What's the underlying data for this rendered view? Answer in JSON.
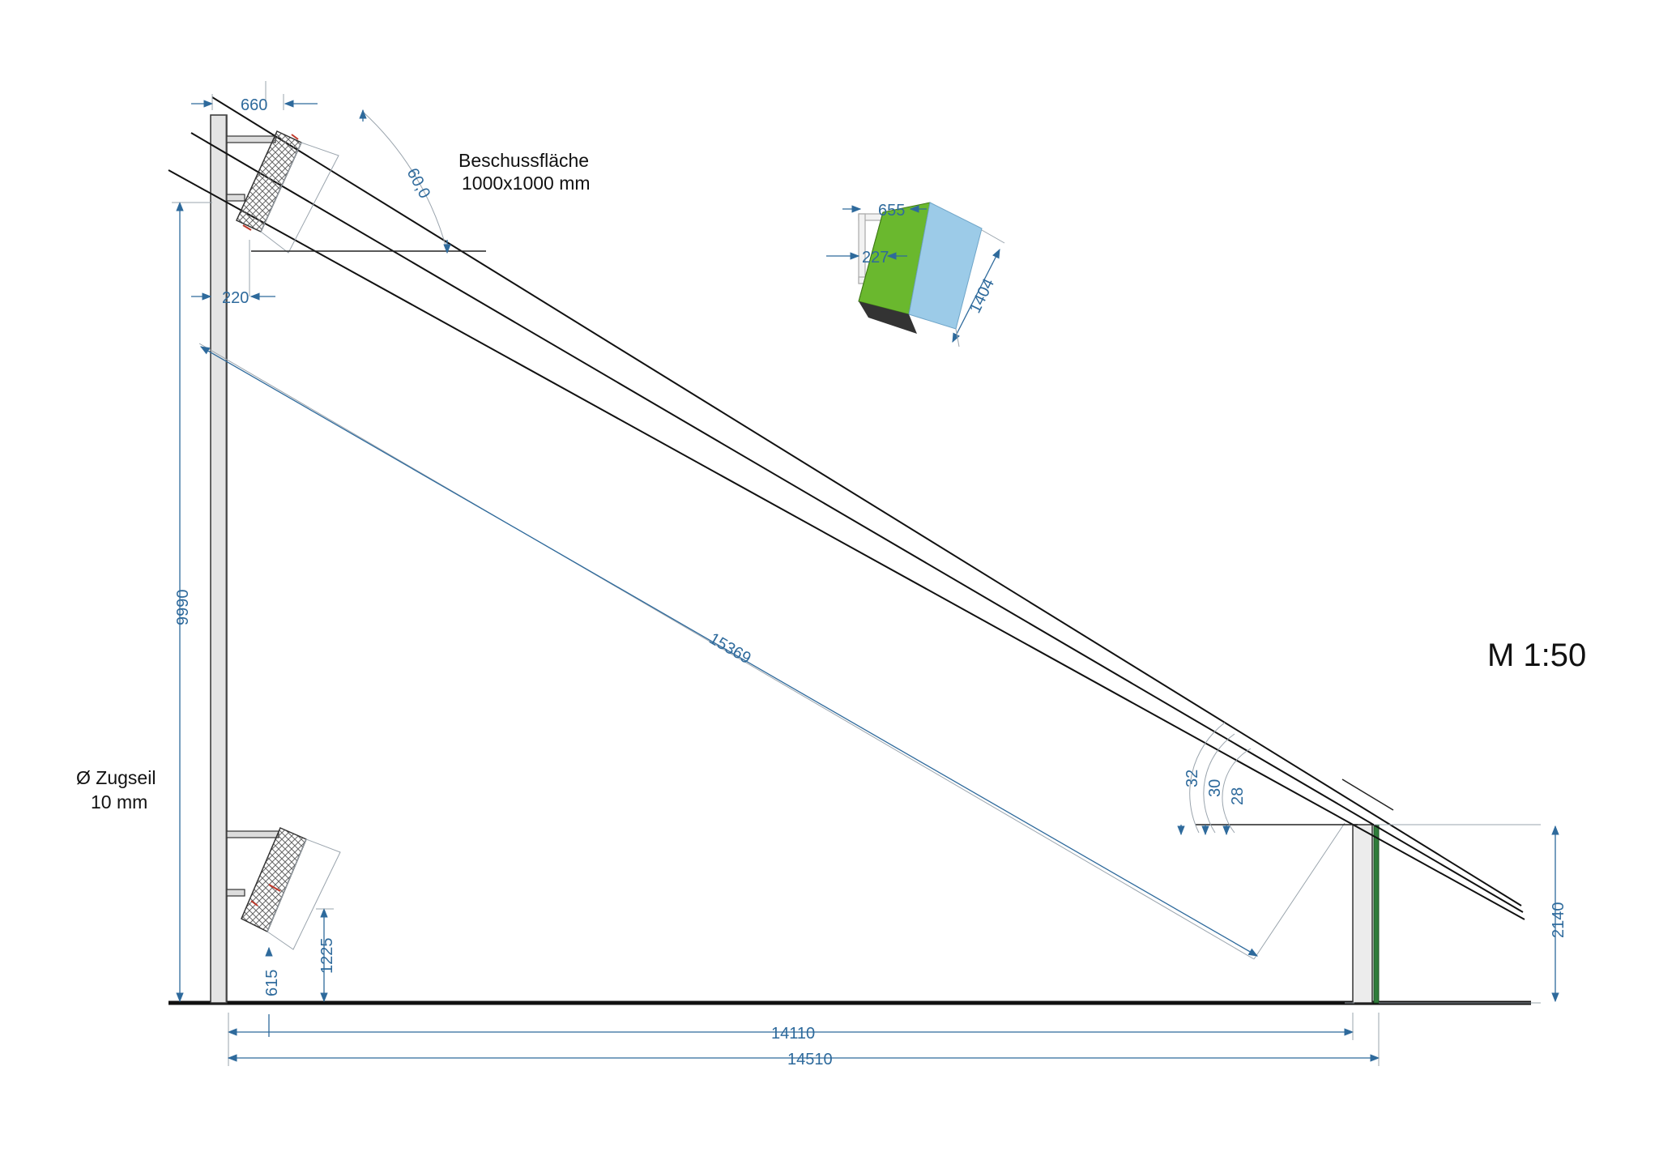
{
  "drawing": {
    "scale_label": "M 1:50",
    "target_label_line1": "Beschussfläche",
    "target_label_line2": "1000x1000 mm",
    "rope_label_line1": "Ø Zugseil",
    "rope_label_line2": "10 mm",
    "colors": {
      "dimension": "#2e6a9c",
      "outline": "#111111",
      "box_green": "#6ab82e",
      "box_blue": "#9ccbe8",
      "post_green": "#2f7d3a"
    }
  },
  "dimensions": {
    "top_bracket_width": "660",
    "mount_angle": "60,0",
    "offset_220": "220",
    "mast_height": "9990",
    "rope_length": "15369",
    "lower_bracket_615": "615",
    "lower_bracket_1225": "1225",
    "span_14110": "14110",
    "span_14510": "14510",
    "post_height": "2140",
    "angle_32": "32",
    "angle_30": "30",
    "angle_28": "28",
    "box_width": "655",
    "box_depth": "227",
    "box_length": "1404"
  }
}
